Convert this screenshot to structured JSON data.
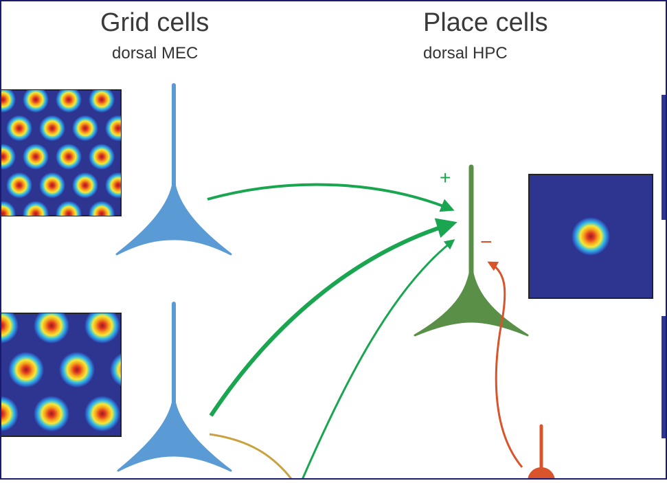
{
  "headings": {
    "grid_title": "Grid cells",
    "grid_sub": "dorsal MEC",
    "place_title": "Place cells",
    "place_sub": "dorsal HPC"
  },
  "signs": {
    "excitatory": "+",
    "inhibitory": "−"
  },
  "colors": {
    "grid_neuron": "#5b9bd5",
    "place_neuron": "#5a8f48",
    "excitatory_projection": "#1aa650",
    "inhibitory_projection": "#d9532b",
    "other_projection": "#c9a23f",
    "map_background": "#2d3590",
    "frame": "#1a1a6e"
  }
}
